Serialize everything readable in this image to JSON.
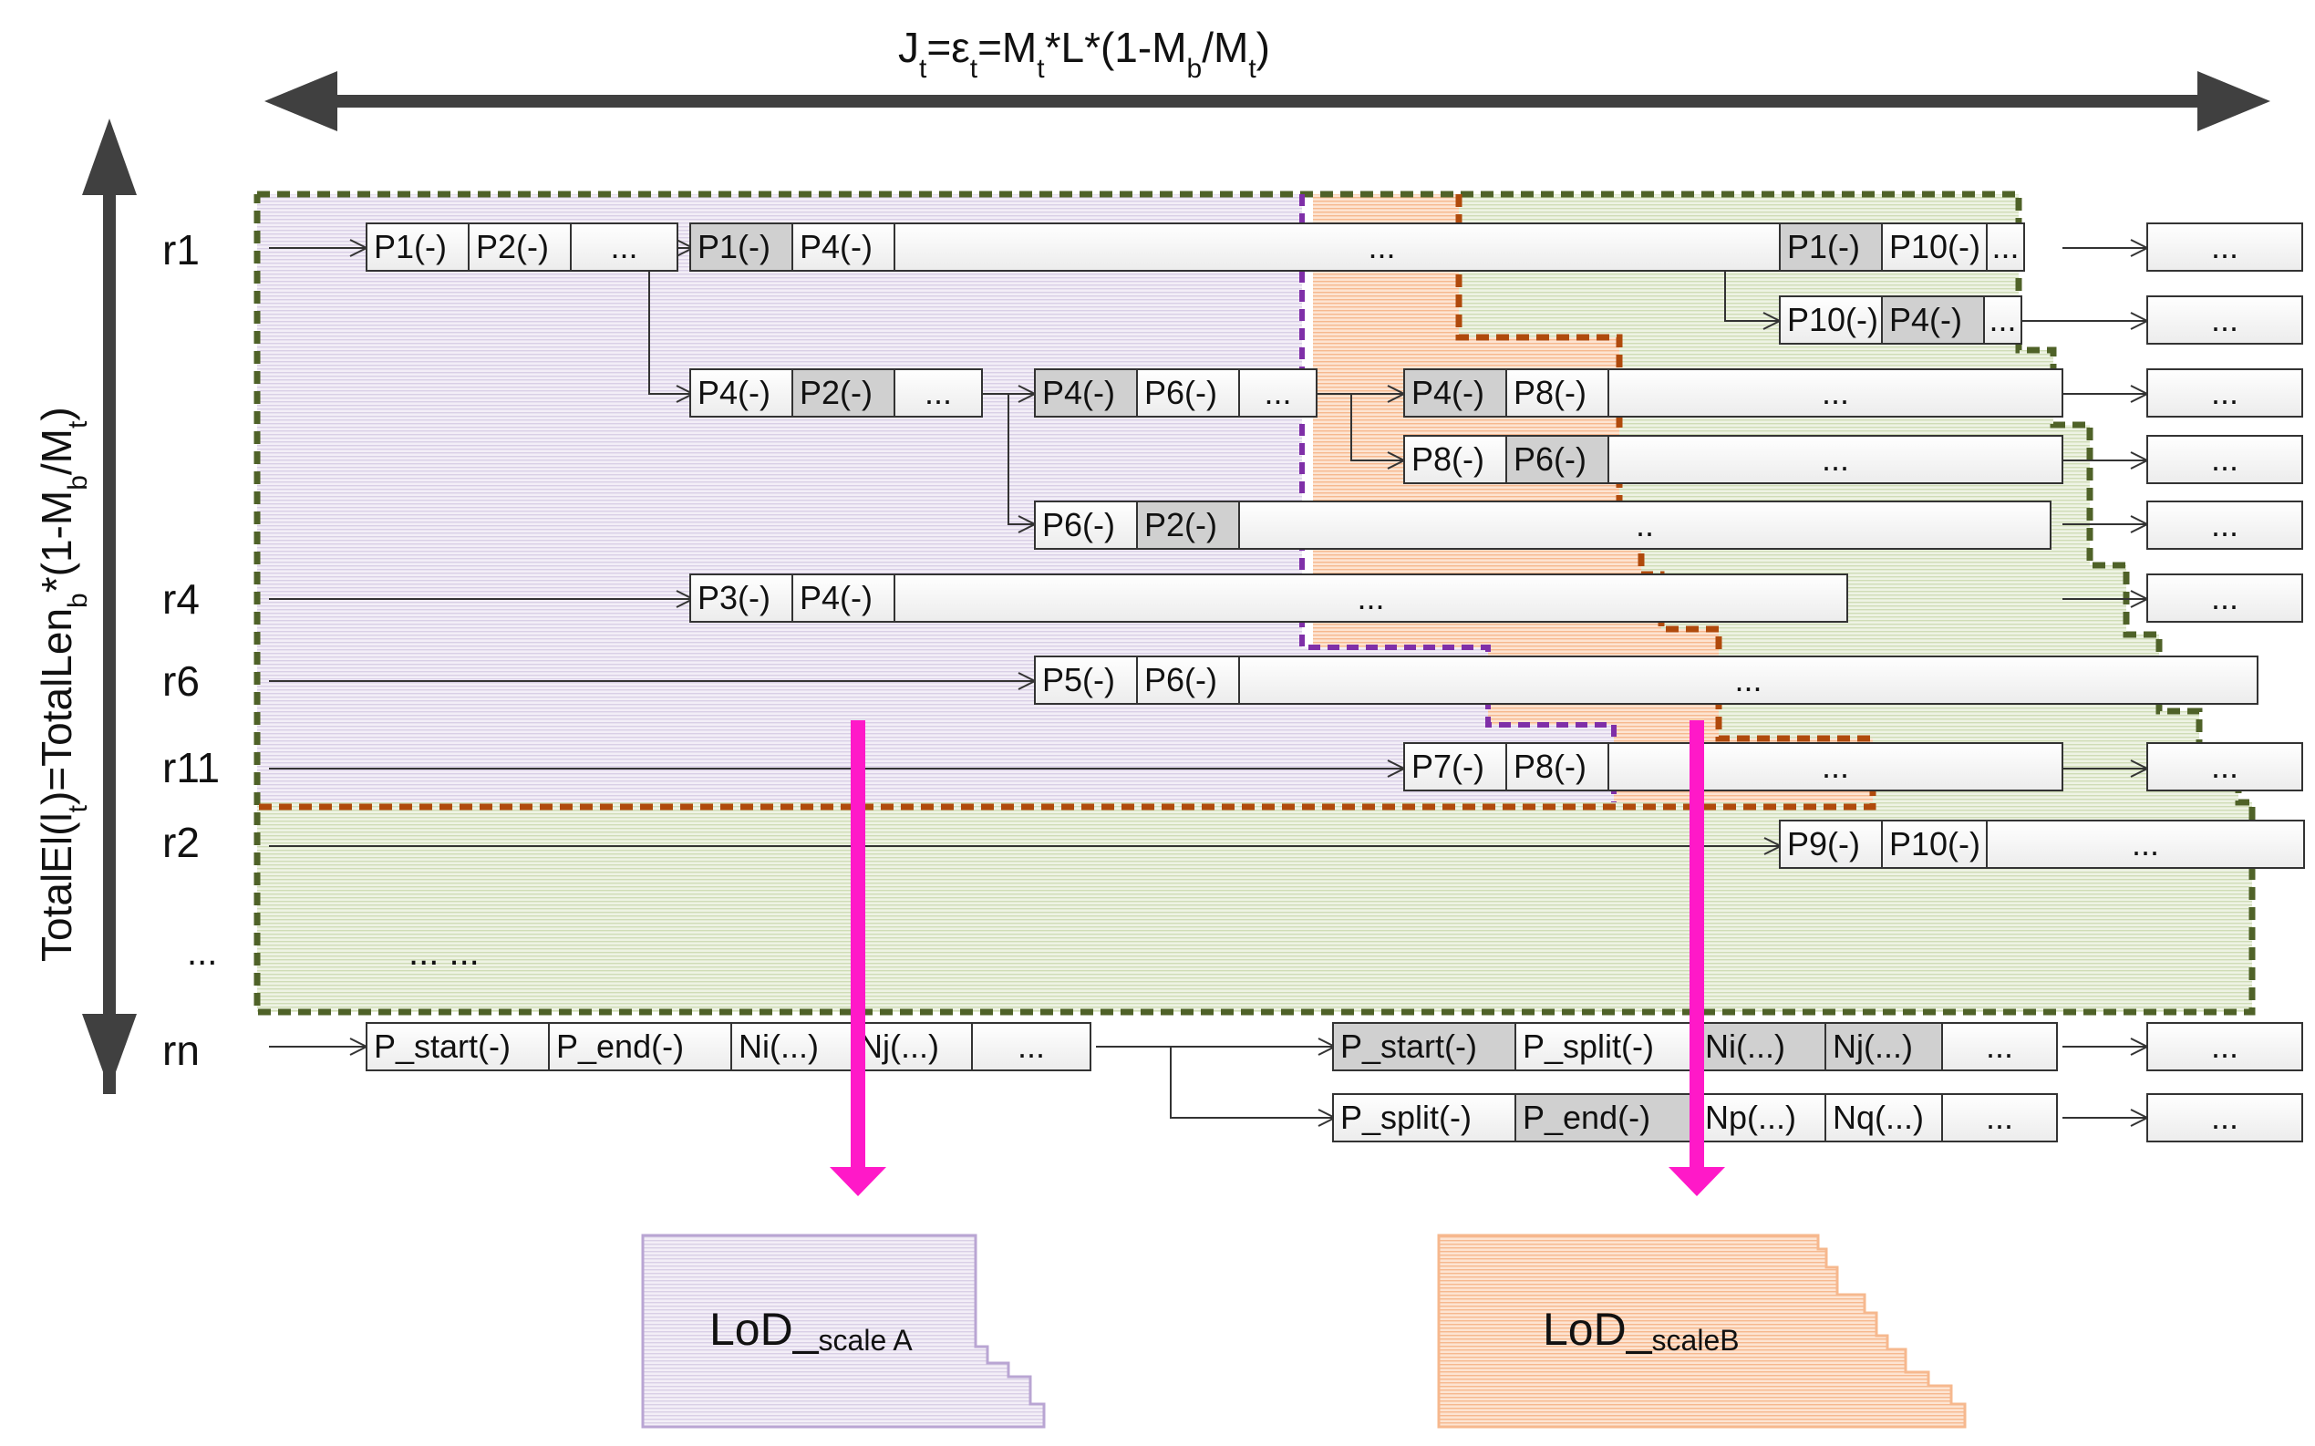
{
  "header_formula": {
    "base": "J",
    "sub1": "t",
    "eq1": "=ε",
    "sub2": "t",
    "eq2": "=M",
    "sub3": "t",
    "mid": "*L*(1-M",
    "sub4": "b",
    "div": "/M",
    "sub5": "t",
    "end": ")"
  },
  "side_formula": {
    "a": "TotalEl(l",
    "a_sub": "t",
    "b": ")=TotalLen",
    "b_sub": "b",
    "c": "*(1-M",
    "c_sub": "b",
    "d": "/M",
    "d_sub": "t",
    "e": ")"
  },
  "row_labels": [
    "r1",
    "r4",
    "r6",
    "r11",
    "r2",
    "...",
    "rn"
  ],
  "cells": {
    "r1a": [
      "P1(-)",
      "P2(-)",
      "..."
    ],
    "r1b": [
      "P1(-)",
      "P4(-)",
      "..."
    ],
    "r1c": [
      "P1(-)",
      "P10(-)",
      "..."
    ],
    "r1d": [
      "P10(-)",
      "P4(-)",
      "..."
    ],
    "row2a": [
      "P4(-)",
      "P2(-)",
      "..."
    ],
    "row2b": [
      "P4(-)",
      "P6(-)",
      "..."
    ],
    "row2c": [
      "P4(-)",
      "P8(-)",
      "..."
    ],
    "row3": [
      "P8(-)",
      "P6(-)",
      "..."
    ],
    "row4": [
      "P6(-)",
      "P2(-)",
      ".."
    ],
    "r4": [
      "P3(-)",
      "P4(-)",
      "..."
    ],
    "r6": [
      "P5(-)",
      "P6(-)",
      "..."
    ],
    "r11": [
      "P7(-)",
      "P8(-)",
      "..."
    ],
    "r2": [
      "P9(-)",
      "P10(-)",
      "..."
    ],
    "rn_a": [
      "P_start(-)",
      "P_end(-)",
      "Ni(...)",
      "Nj(...)",
      "..."
    ],
    "rn_b": [
      "P_start(-)",
      "P_split(-)",
      "Ni(...)",
      "Nj(...)",
      "..."
    ],
    "rn_c": [
      "P_split(-)",
      "P_end(-)",
      "Np(...)",
      "Nq(...)",
      "..."
    ],
    "tail": "...",
    "ellipsis_mid": "... ..."
  },
  "lod_a": {
    "main": "LoD_",
    "sub": "scale A"
  },
  "lod_b": {
    "main": "LoD_",
    "sub": "scaleB"
  },
  "colors": {
    "purple_region": "#ece6f2",
    "orange_region": "#fbd6bd",
    "green_region": "#e3ecd4",
    "purple_dash": "#7f2fa8",
    "orange_dash": "#b04a0c",
    "green_dash": "#4f6228",
    "magenta_arrow": "#ff19c8",
    "dark_arrow": "#404040",
    "cell_gray": "#d0d0d0"
  }
}
